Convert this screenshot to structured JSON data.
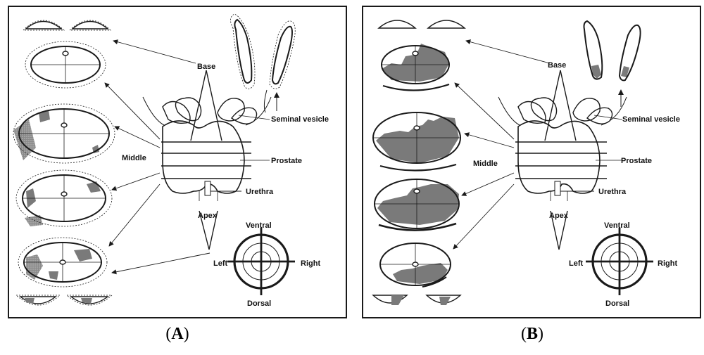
{
  "panels": [
    {
      "id": "A",
      "caption": "A",
      "labels": {
        "base": "Base",
        "seminal_vesicle": "Seminal vesicle",
        "middle": "Middle",
        "prostate": "Prostate",
        "urethra": "Urethra",
        "apex": "Apex",
        "ventral": "Ventral",
        "left": "Left",
        "right": "Right",
        "dorsal": "Dorsal"
      }
    },
    {
      "id": "B",
      "caption": "B",
      "labels": {
        "base": "Base",
        "seminal_vesicle": "Seminal vesicle",
        "middle": "Middle",
        "prostate": "Prostate",
        "urethra": "Urethra",
        "apex": "Apex",
        "ventral": "Ventral",
        "left": "Left",
        "right": "Right",
        "dorsal": "Dorsal"
      }
    }
  ],
  "colors": {
    "ink": "#1a1a1a",
    "tumor": "#7a7a7a",
    "tumor_stipple": "#9a9a9a",
    "background": "#ffffff"
  }
}
